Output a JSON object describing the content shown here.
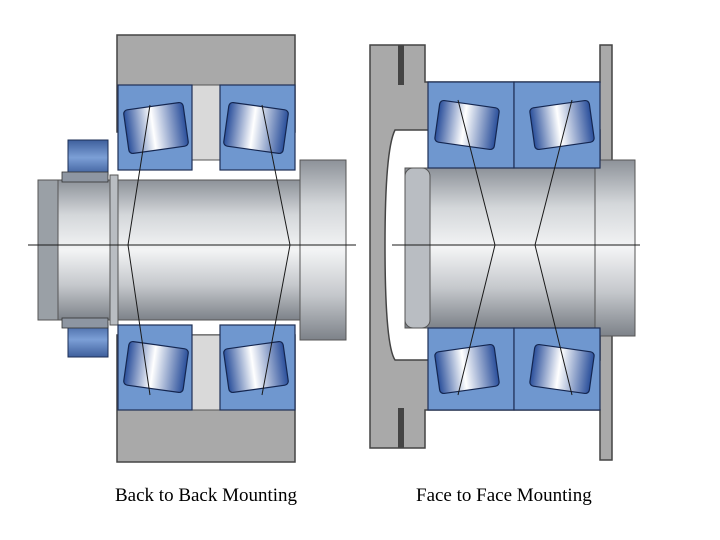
{
  "diagrams": [
    {
      "id": "back-to-back",
      "caption": "Back to Back Mounting"
    },
    {
      "id": "face-to-face",
      "caption": "Face to Face Mounting"
    }
  ],
  "colors": {
    "housing": "#a9a9a9",
    "housing_edge": "#3a3a3a",
    "bearing_ring": "#6f97cf",
    "bearing_ring_dark": "#3f5f9a",
    "roller_highlight": "#ffffff",
    "shaft_dark": "#8a8f96",
    "shaft_light": "#f2f3f4",
    "centerline": "#1a1a1a"
  }
}
